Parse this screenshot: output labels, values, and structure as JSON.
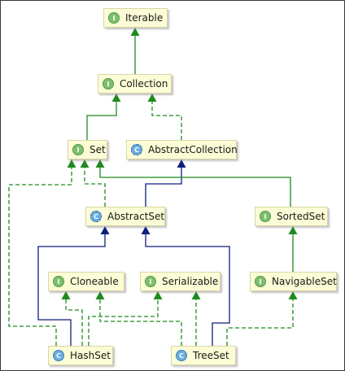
{
  "nodes": {
    "iterable": {
      "label": "Iterable",
      "kind": "interface",
      "badge": "I"
    },
    "collection": {
      "label": "Collection",
      "kind": "interface",
      "badge": "I"
    },
    "set": {
      "label": "Set",
      "kind": "interface",
      "badge": "I"
    },
    "abstractcollection": {
      "label": "AbstractCollection",
      "kind": "abstract-class",
      "badge": "C"
    },
    "abstractset": {
      "label": "AbstractSet",
      "kind": "abstract-class",
      "badge": "C"
    },
    "sortedset": {
      "label": "SortedSet",
      "kind": "interface",
      "badge": "I"
    },
    "cloneable": {
      "label": "Cloneable",
      "kind": "interface",
      "badge": "I"
    },
    "serializable": {
      "label": "Serializable",
      "kind": "interface",
      "badge": "I"
    },
    "navigableset": {
      "label": "NavigableSet",
      "kind": "interface",
      "badge": "I"
    },
    "hashset": {
      "label": "HashSet",
      "kind": "class",
      "badge": "C"
    },
    "treeset": {
      "label": "TreeSet",
      "kind": "class",
      "badge": "C"
    }
  },
  "relations": [
    {
      "from": "collection",
      "to": "iterable",
      "type": "extends"
    },
    {
      "from": "set",
      "to": "collection",
      "type": "extends"
    },
    {
      "from": "abstractcollection",
      "to": "collection",
      "type": "implements"
    },
    {
      "from": "abstractset",
      "to": "abstractcollection",
      "type": "class-extends"
    },
    {
      "from": "abstractset",
      "to": "set",
      "type": "implements"
    },
    {
      "from": "sortedset",
      "to": "set",
      "type": "extends"
    },
    {
      "from": "navigableset",
      "to": "sortedset",
      "type": "extends"
    },
    {
      "from": "hashset",
      "to": "abstractset",
      "type": "class-extends"
    },
    {
      "from": "hashset",
      "to": "set",
      "type": "implements"
    },
    {
      "from": "hashset",
      "to": "cloneable",
      "type": "implements"
    },
    {
      "from": "hashset",
      "to": "serializable",
      "type": "implements"
    },
    {
      "from": "treeset",
      "to": "abstractset",
      "type": "class-extends"
    },
    {
      "from": "treeset",
      "to": "cloneable",
      "type": "implements"
    },
    {
      "from": "treeset",
      "to": "serializable",
      "type": "implements"
    },
    {
      "from": "treeset",
      "to": "navigableset",
      "type": "implements"
    }
  ],
  "colors": {
    "extends": "#1f8a1f",
    "implements": "#1f8a1f",
    "class-extends": "#0d1f7a",
    "node_fill": "#fcfcd6",
    "interface_badge": "#7fbf6f",
    "class_badge": "#6aaee0"
  }
}
